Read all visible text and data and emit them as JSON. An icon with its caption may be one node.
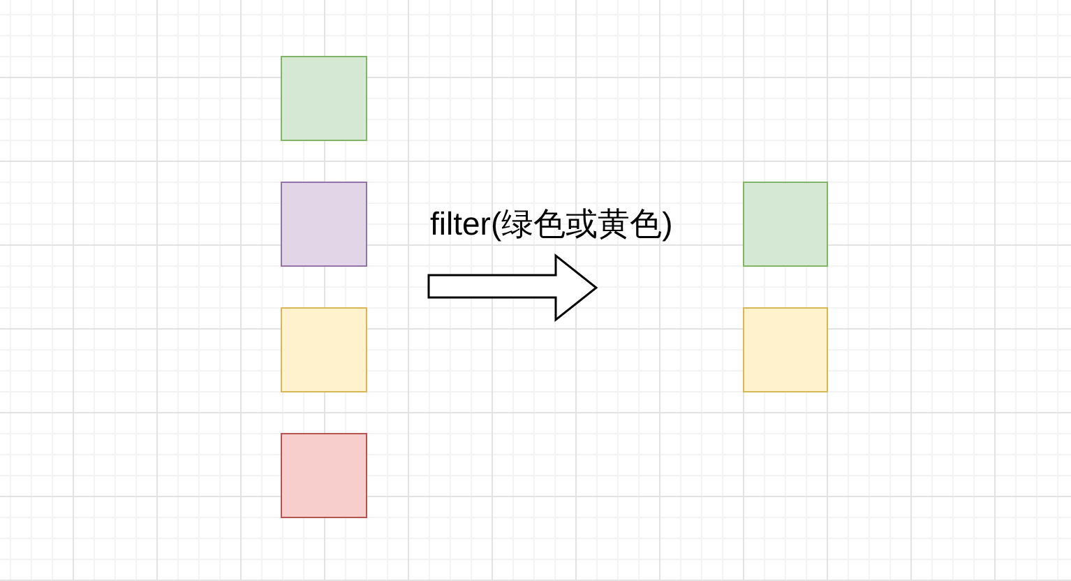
{
  "diagram": {
    "nodes": [
      {
        "text": [],
        "shape": "box"
      },
      {
        "text": [],
        "shape": "box"
      },
      {
        "text": [],
        "shape": "box"
      },
      {
        "text": [],
        "shape": "box"
      },
      {
        "text": [
          "filter(绿色或黄色)"
        ]
      },
      {
        "text": [],
        "shape": "box"
      },
      {
        "text": [],
        "shape": "box"
      }
    ]
  }
}
